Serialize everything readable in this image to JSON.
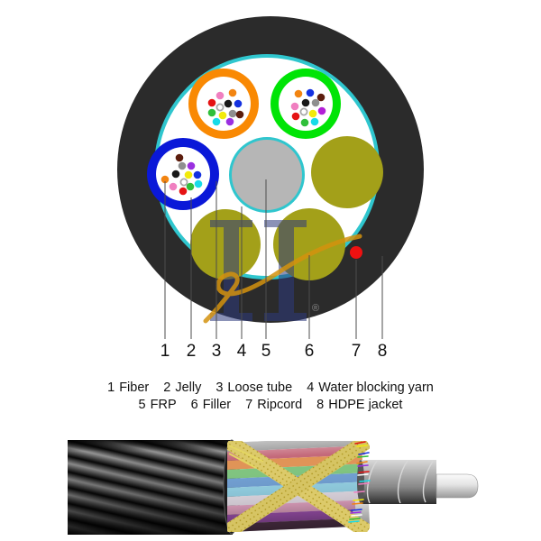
{
  "figure": {
    "type": "fiber-optic-cable-cross-section-diagram",
    "callouts": [
      {
        "num": "1",
        "label": "Fiber"
      },
      {
        "num": "2",
        "label": "Jelly"
      },
      {
        "num": "3",
        "label": "Loose tube"
      },
      {
        "num": "4",
        "label": "Water blocking yarn"
      },
      {
        "num": "5",
        "label": "FRP"
      },
      {
        "num": "6",
        "label": "Filler"
      },
      {
        "num": "7",
        "label": "Ripcord"
      },
      {
        "num": "8",
        "label": "HDPE jacket"
      }
    ],
    "watermark": {
      "symbol": "®"
    },
    "colors": {
      "hdpe_jacket": "#2b2b2b",
      "core_ring": "#2fc6ce",
      "loose_tube_orange": "#f98903",
      "loose_tube_green": "#00e406",
      "loose_tube_blue": "#0a18d8",
      "frp_rod": "#b6b6b6",
      "filler": "#a3a019",
      "ripcord": "#ee1111",
      "fiber_palette": [
        "#1431e0",
        "#f28411",
        "#2fbf3a",
        "#5c1d0d",
        "#8f8f8f",
        "#ffffff",
        "#e51313",
        "#181818",
        "#f2ea0a",
        "#9a2fe0",
        "#f07fc0",
        "#17dbe8"
      ],
      "watermark_navy": "#2e3a7d",
      "watermark_gold": "#d4920e"
    }
  }
}
